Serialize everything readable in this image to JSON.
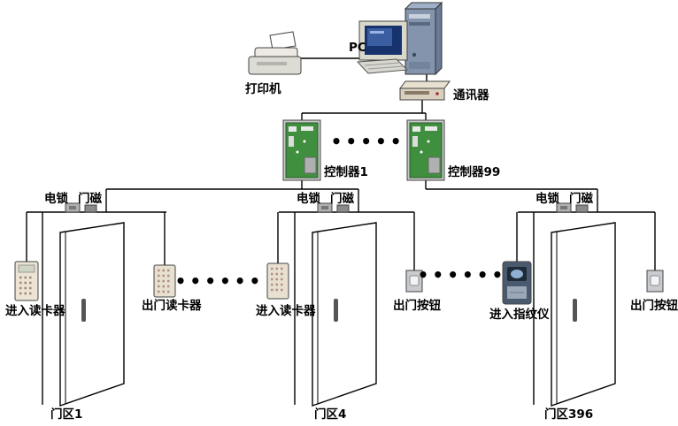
{
  "diagram": {
    "pc_label": "PC",
    "printer_label": "打印机",
    "communicator_label": "通讯器",
    "ellipsis": "••••••",
    "controllers": [
      {
        "label": "控制器1"
      },
      {
        "label": "控制器99"
      }
    ],
    "doors": [
      {
        "zone_label": "门区1",
        "lock_label": "电锁",
        "magnet_label": "门磁",
        "entry_label": "进入读卡器",
        "exit_label": "出门读卡器"
      },
      {
        "zone_label": "门区4",
        "lock_label": "电锁",
        "magnet_label": "门磁",
        "entry_label": "进入读卡器",
        "exit_label": "出门按钮"
      },
      {
        "zone_label": "门区396",
        "lock_label": "电锁",
        "magnet_label": "门磁",
        "entry_label": "进入指纹仪",
        "exit_label": "出门按钮"
      }
    ]
  }
}
